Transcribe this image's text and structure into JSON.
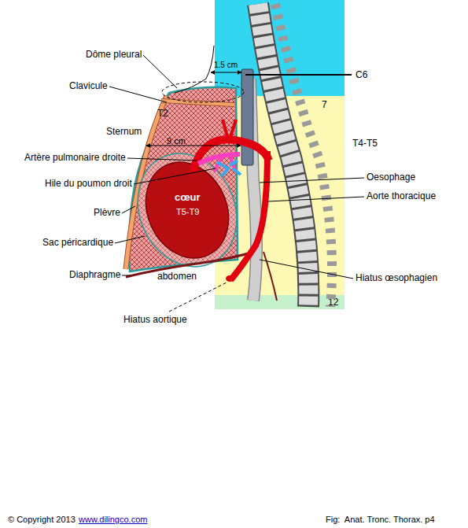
{
  "diagram": {
    "nodes": [
      {
        "text": [
          "7"
        ]
      },
      {
        "text": [
          "cœur",
          "T5-T9"
        ]
      },
      {
        "text": [
          "12"
        ]
      }
    ],
    "labels": [
      "Dôme pleural",
      "1.5 cm",
      "C6",
      "Clavicule",
      "T2",
      "Sternum",
      "T4-T5",
      "9 cm",
      "Artère pulmonaire droite",
      "Oesophage",
      "Hile du poumon droit",
      "Aorte thoracique",
      "Plèvre",
      "Sac péricardique",
      "Diaphragme",
      "abdomen",
      "Hiatus œsophagien",
      "Hiatus aortique",
      "© Copyright 2013",
      "www.dilingco.com",
      "Fig:  Anat. Tronc. Thorax. p4"
    ]
  }
}
